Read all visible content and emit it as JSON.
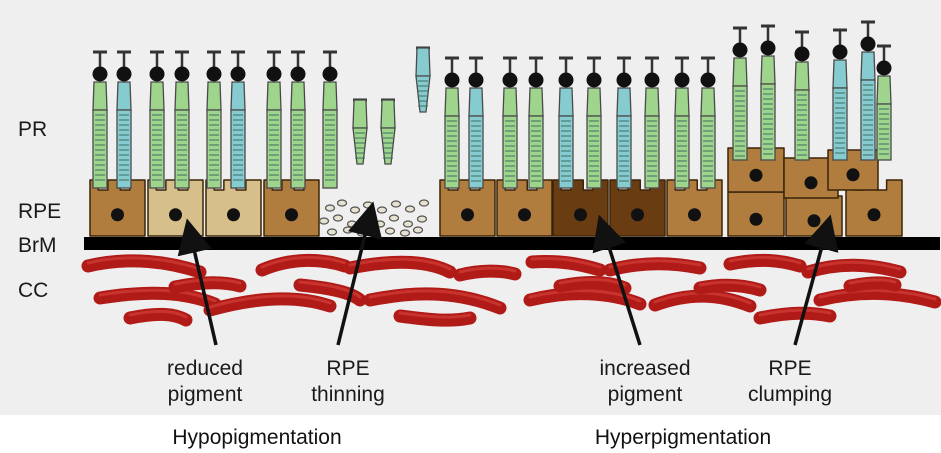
{
  "layers": {
    "pr": "PR",
    "rpe": "RPE",
    "brm": "BrM",
    "cc": "CC"
  },
  "annotations": {
    "reduced_pigment": [
      "reduced",
      "pigment"
    ],
    "rpe_thinning": [
      "RPE",
      "thinning"
    ],
    "increased_pigment": [
      "increased",
      "pigment"
    ],
    "rpe_clumping": [
      "RPE",
      "clumping"
    ]
  },
  "captions": {
    "left": "Hypopigmentation",
    "right": "Hyperpigmentation"
  },
  "colors": {
    "rod": "#9ed48c",
    "cone": "#86cbcf",
    "rpe_normal": "#b07d3f",
    "rpe_light": "#d7bf8c",
    "rpe_dark": "#6a3c12",
    "membrane": "#000000",
    "capillary": "#b01a17",
    "panel_bg": "#efefef"
  },
  "icons": [
    "arrow-icon",
    "nucleus-icon",
    "melanin-granule-icon",
    "capillary-icon"
  ]
}
